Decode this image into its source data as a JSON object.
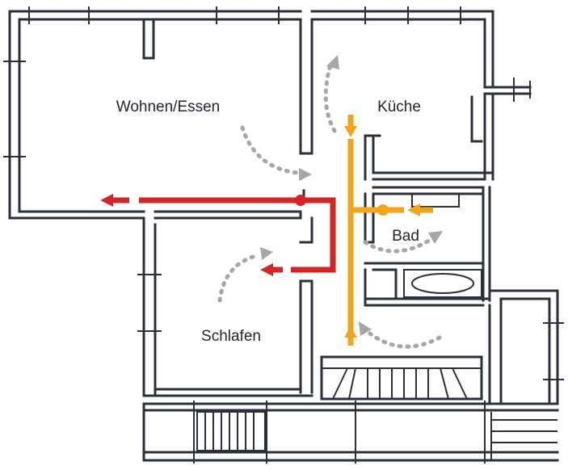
{
  "rooms": {
    "living": "Wohnen/Essen",
    "kitchen": "Küche",
    "bath": "Bad",
    "bedroom": "Schlafen"
  },
  "colors": {
    "walls": "#2a2f3a",
    "supply_duct": "#f2a51a",
    "exhaust_duct": "#d42424",
    "air_flow": "#a6a6a6"
  }
}
